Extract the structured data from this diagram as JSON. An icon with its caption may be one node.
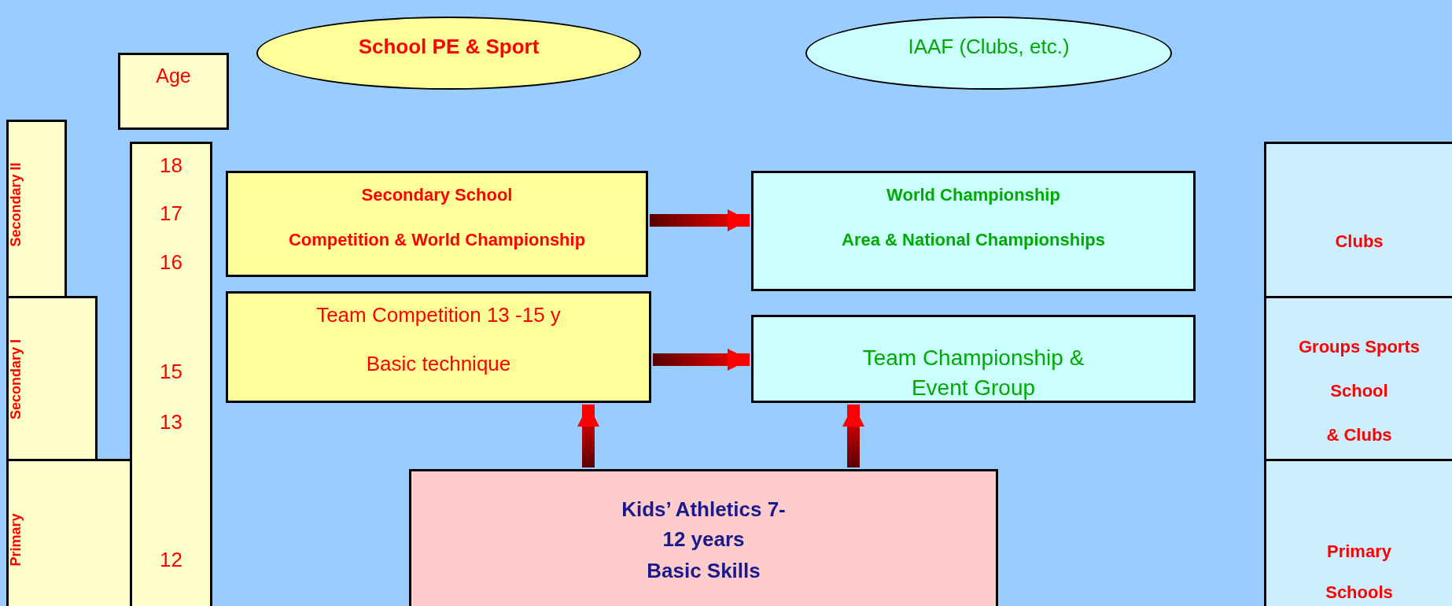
{
  "diagram": {
    "nodes": [
      {
        "text": [
          "School PE & Sport"
        ]
      },
      {
        "text": [
          "IAAF (Clubs, etc.)"
        ]
      },
      {
        "text": [
          "Age"
        ]
      },
      {
        "text": [
          "Secondary II"
        ]
      },
      {
        "text": [
          "18",
          "17",
          "16",
          "15",
          "13",
          "12"
        ]
      },
      {
        "text": [
          "Secondary School",
          "Competition & World Championship"
        ]
      },
      {
        "text": [
          "World Championship",
          "Area & National Championships"
        ]
      },
      {
        "text": [
          "Clubs"
        ]
      },
      {
        "text": [
          "Secondary I"
        ]
      },
      {
        "text": [
          "Team Competition 13 -15 y",
          "Basic technique"
        ]
      },
      {
        "text": [
          "Team Championship & Event Group"
        ]
      },
      {
        "text": [
          "Groups Sports",
          "School",
          "& Clubs"
        ]
      },
      {
        "text": [
          "Primary"
        ]
      },
      {
        "text": [
          "Kids’ Athletics 7-12 years",
          "Basic Skills"
        ]
      },
      {
        "text": [
          "Primary Schools"
        ]
      }
    ],
    "edges": [
      {
        "from": 5,
        "to": 6,
        "arrow": "to"
      },
      {
        "from": 9,
        "to": 10,
        "arrow": "to"
      },
      {
        "from": 13,
        "to": 9,
        "arrow": "to"
      },
      {
        "from": 13,
        "to": 10,
        "arrow": "to"
      }
    ]
  }
}
